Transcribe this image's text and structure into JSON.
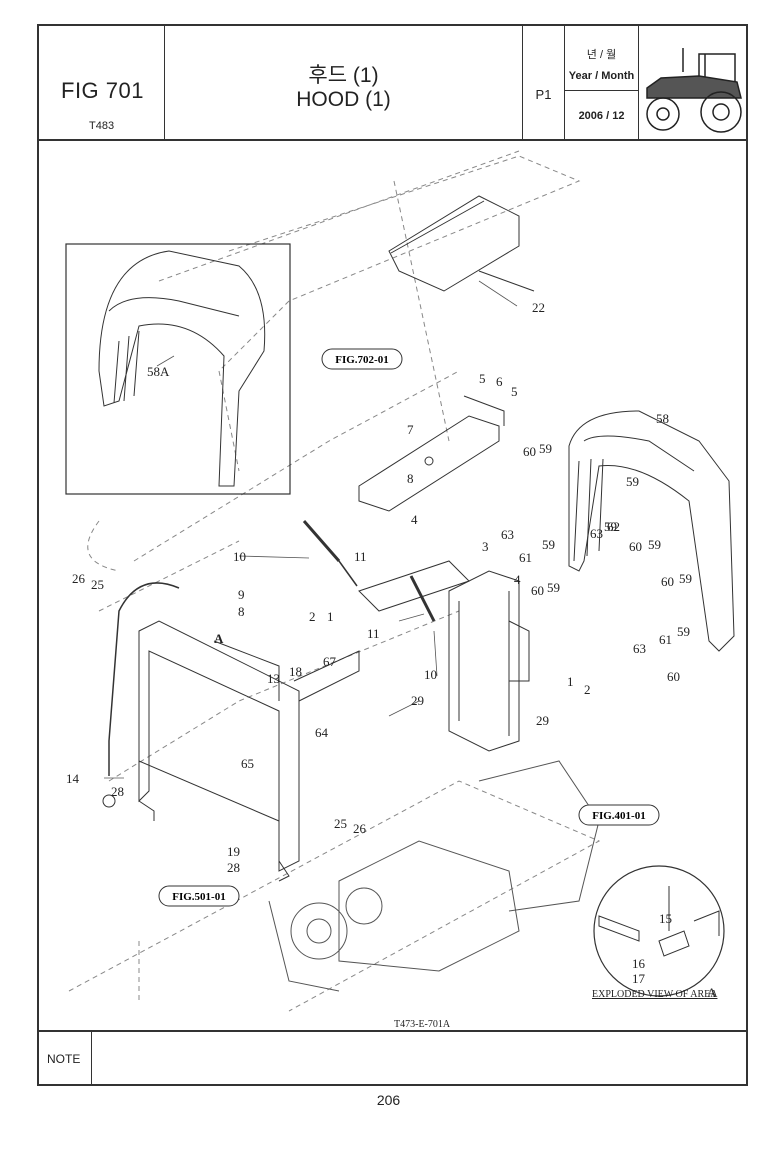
{
  "header": {
    "fig_number": "FIG 701",
    "fig_code": "T483",
    "title_korean": "후드 (1)",
    "title_english": "HOOD (1)",
    "page": "P1",
    "year_month_korean": "년 / 월",
    "year_month_label": "Year / Month",
    "year_month_value": "2006 / 12"
  },
  "drawing": {
    "ref_fig_702": "FIG.702-01",
    "ref_fig_401": "FIG.401-01",
    "ref_fig_501": "FIG.501-01",
    "detail_label": "58A",
    "exploded_view_label": "EXPLODED VIEW OF AREA",
    "area_marker": "A",
    "drawing_code": "T473-E-701A",
    "callouts": {
      "c1a": "1",
      "c1b": "1",
      "c2a": "2",
      "c2b": "2",
      "c3": "3",
      "c4a": "4",
      "c4b": "4",
      "c5a": "5",
      "c5b": "5",
      "c6": "6",
      "c7": "7",
      "c8a": "8",
      "c8b": "8",
      "c9": "9",
      "c10a": "10",
      "c10b": "10",
      "c11a": "11",
      "c11b": "11",
      "c13": "13",
      "c14": "14",
      "c15": "15",
      "c16": "16",
      "c17": "17",
      "c18": "18",
      "c19": "19",
      "c22": "22",
      "c25a": "25",
      "c25b": "25",
      "c26a": "26",
      "c26b": "26",
      "c28a": "28",
      "c28b": "28",
      "c29a": "29",
      "c29b": "29",
      "c58": "58",
      "c59a": "59",
      "c59b": "59",
      "c59c": "59",
      "c59d": "59",
      "c59e": "59",
      "c59f": "59",
      "c59g": "59",
      "c59h": "59",
      "c60a": "60",
      "c60b": "60",
      "c60c": "60",
      "c60d": "60",
      "c60e": "60",
      "c61a": "61",
      "c61b": "61",
      "c62": "62",
      "c63a": "63",
      "c63b": "63",
      "c63c": "63",
      "c64": "64",
      "c65": "65",
      "c67": "67"
    }
  },
  "note_label": "NOTE",
  "page_number": "206"
}
